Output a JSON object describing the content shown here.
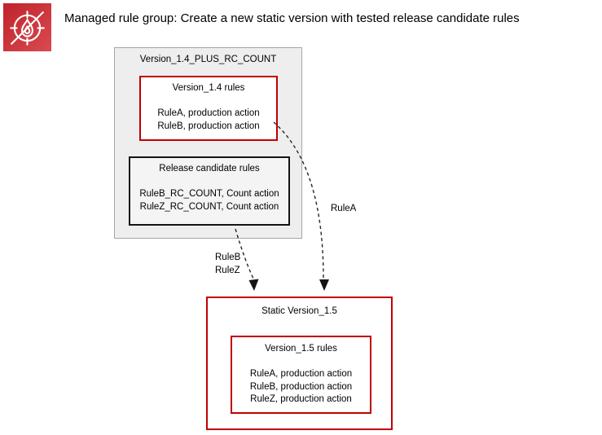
{
  "header": {
    "icon": "aws-waf-icon",
    "title": "Managed rule group: Create a new static version with tested release candidate rules"
  },
  "colors": {
    "accent_red": "#c00000",
    "group_box_fill": "#eeeeee",
    "group_box_border": "#a6a6a6",
    "rc_box_border": "#141414",
    "arrow_stroke": "#262626",
    "icon_gradient_start": "#c0232b",
    "icon_gradient_end": "#d94a50"
  },
  "diagram": {
    "group_box": {
      "title": "Version_1.4_PLUS_RC_COUNT",
      "version_rules_box": {
        "title": "Version_1.4 rules",
        "rules": [
          "RuleA, production action",
          "RuleB, production action"
        ]
      },
      "release_candidate_box": {
        "title": "Release candidate rules",
        "rules": [
          "RuleB_RC_COUNT, Count action",
          "RuleZ_RC_COUNT, Count action"
        ]
      }
    },
    "arrow_labels": {
      "rule_a": "RuleA",
      "rule_b": "RuleB",
      "rule_z": "RuleZ"
    },
    "static_box": {
      "title": "Static Version_1.5",
      "rules_box": {
        "title": "Version_1.5 rules",
        "rules": [
          "RuleA, production action",
          "RuleB, production action",
          "RuleZ, production action"
        ]
      }
    }
  }
}
